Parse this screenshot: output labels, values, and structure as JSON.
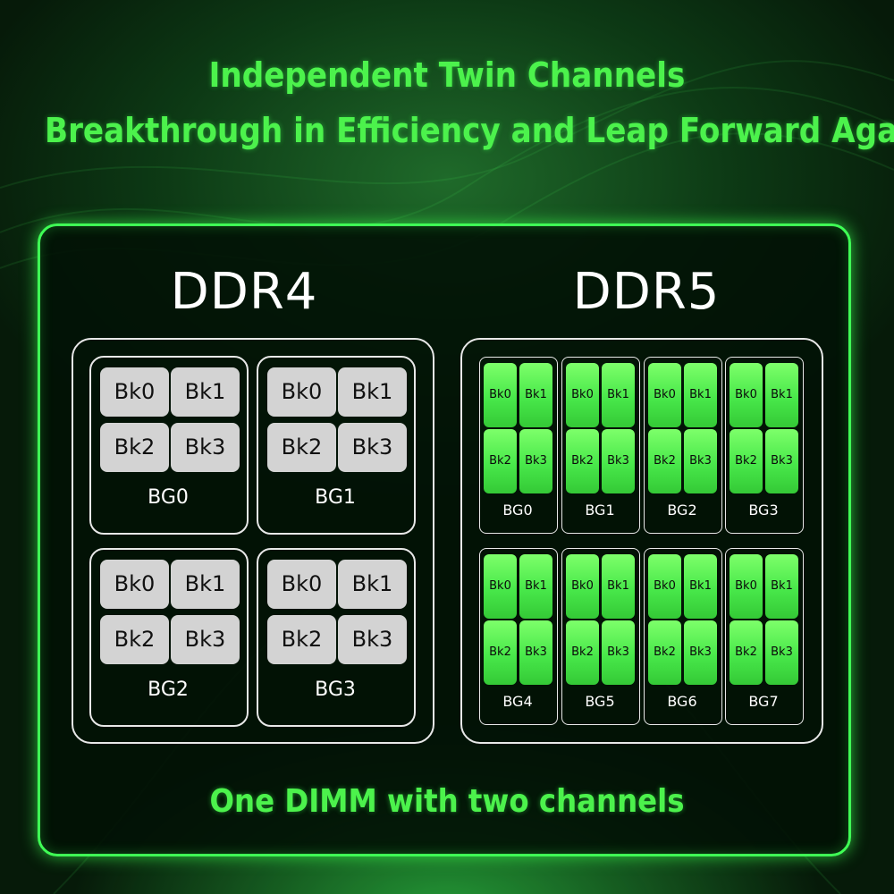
{
  "headline": {
    "line1": "Independent Twin Channels",
    "line2": "Breakthrough in Efficiency and Leap Forward Again"
  },
  "ddr4": {
    "title": "DDR4",
    "bank_groups": [
      {
        "label": "BG0",
        "banks": [
          "Bk0",
          "Bk1",
          "Bk2",
          "Bk3"
        ]
      },
      {
        "label": "BG1",
        "banks": [
          "Bk0",
          "Bk1",
          "Bk2",
          "Bk3"
        ]
      },
      {
        "label": "BG2",
        "banks": [
          "Bk0",
          "Bk1",
          "Bk2",
          "Bk3"
        ]
      },
      {
        "label": "BG3",
        "banks": [
          "Bk0",
          "Bk1",
          "Bk2",
          "Bk3"
        ]
      }
    ]
  },
  "ddr5": {
    "title": "DDR5",
    "bank_groups": [
      {
        "label": "BG0",
        "banks": [
          "Bk0",
          "Bk1",
          "Bk2",
          "Bk3"
        ]
      },
      {
        "label": "BG1",
        "banks": [
          "Bk0",
          "Bk1",
          "Bk2",
          "Bk3"
        ]
      },
      {
        "label": "BG2",
        "banks": [
          "Bk0",
          "Bk1",
          "Bk2",
          "Bk3"
        ]
      },
      {
        "label": "BG3",
        "banks": [
          "Bk0",
          "Bk1",
          "Bk2",
          "Bk3"
        ]
      },
      {
        "label": "BG4",
        "banks": [
          "Bk0",
          "Bk1",
          "Bk2",
          "Bk3"
        ]
      },
      {
        "label": "BG5",
        "banks": [
          "Bk0",
          "Bk1",
          "Bk2",
          "Bk3"
        ]
      },
      {
        "label": "BG6",
        "banks": [
          "Bk0",
          "Bk1",
          "Bk2",
          "Bk3"
        ]
      },
      {
        "label": "BG7",
        "banks": [
          "Bk0",
          "Bk1",
          "Bk2",
          "Bk3"
        ]
      }
    ]
  },
  "footer": "One DIMM with two channels",
  "colors": {
    "accent": "#4cf24c",
    "panel_border": "#3fff55",
    "ddr4_bank": "#d3d3d3",
    "ddr5_bank": "#48e84a"
  }
}
